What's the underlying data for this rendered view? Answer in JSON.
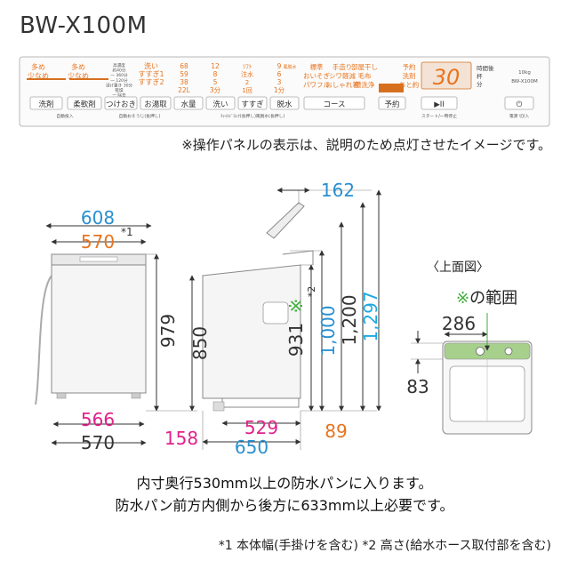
{
  "model_name": "BW-X100M",
  "panel": {
    "groups": [
      [
        "多め",
        "少なめ"
      ],
      [
        "多め",
        "少なめ"
      ],
      [
        "高濃度",
        "約40分",
        "一 360分",
        "一 120分",
        "浸け置き 30分",
        "乾燥",
        "一 除去",
        "一 予防"
      ],
      [
        "洗い",
        "すすぎ1",
        "すすぎ2"
      ],
      [
        "68",
        "59",
        "38",
        "22L"
      ],
      [
        "12",
        "8",
        "5",
        "3分"
      ],
      [
        "ｿﾌﾄ",
        "注水",
        "2",
        "1回"
      ],
      [
        "9",
        "6",
        "3",
        "1分"
      ],
      [
        "風脱水",
        "",
        "",
        ""
      ],
      [
        "標準",
        "おいそぎ",
        "パワフル"
      ],
      [
        "手造り",
        "シワ軽減",
        "おしゃれ着"
      ],
      [
        "部屋干し",
        "毛布",
        "槽洗浄"
      ],
      [
        "予約",
        "洗剤",
        "あと約"
      ]
    ],
    "display_digits": "30",
    "display_units": [
      "時間後",
      "杯",
      "分"
    ],
    "capacity": "10kg",
    "panel_model": "BW-X100M",
    "buttons": [
      "洗剤",
      "柔軟剤",
      "つけおき",
      "お湯取",
      "水量",
      "洗い",
      "すすぎ",
      "脱水",
      "コース",
      "予約",
      "▶II",
      "⏻"
    ],
    "button_captions": [
      "自動投入",
      "自動おそうじ(長押し)",
      "ﾁｬｲﾙﾄﾞﾛｯｸ(長押し)",
      "風脱水(長押し)",
      "スタート/一時停止",
      "電源 切/入"
    ]
  },
  "panel_note": "※操作パネルの表示は、説明のため点灯させたイメージです。",
  "dimensions": {
    "front": {
      "w608": "608",
      "w570_top": "570",
      "star1": "*1",
      "h979": "979",
      "h850": "850",
      "w566": "566",
      "w570_bottom": "570"
    },
    "side": {
      "d162": "162",
      "h931": "931",
      "h931_mark": "※",
      "star2": "*2",
      "h1000": "1,000",
      "h1200": "1,200",
      "h1297": "1,297",
      "d158": "158",
      "d529": "529",
      "d89": "89",
      "d650": "650"
    },
    "top_view": {
      "label": "〈上面図〉",
      "range_mark": "※",
      "range_text": "の範囲",
      "w286": "286",
      "d83": "83"
    }
  },
  "install_notes": [
    "内寸奥行530mm以上の防水パンに入ります。",
    "防水パン前方内側から後方に633mm以上必要です。"
  ],
  "footnote": "*1 本体幅(手掛けを含む) *2 高さ(給水ホース取付部を含む)",
  "colors": {
    "blue": "#2a8fd0",
    "orange": "#e8741e",
    "magenta": "#e0218a",
    "green": "#3fae3b",
    "cyan": "#1fa8e0",
    "panel_orange": "#d6701f"
  }
}
